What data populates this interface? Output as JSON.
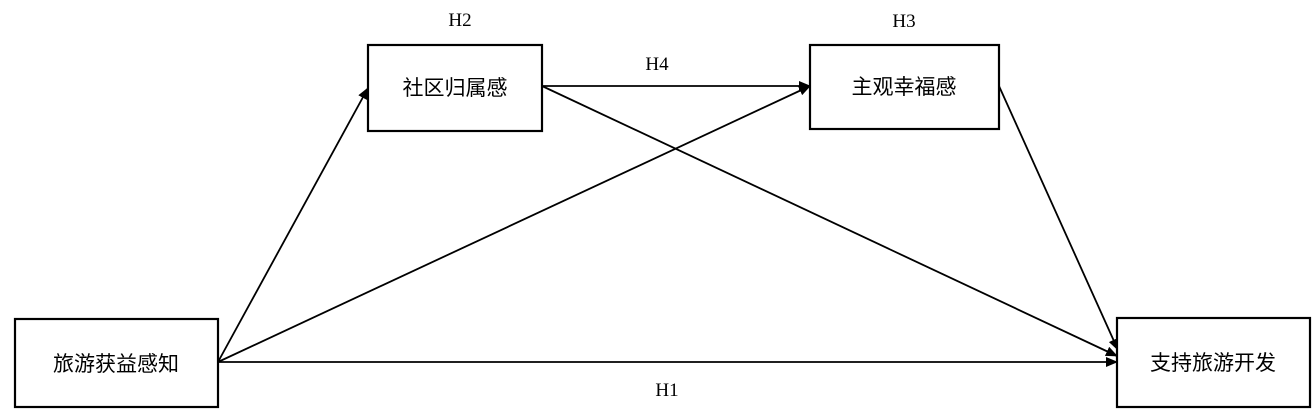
{
  "nodes": {
    "benefit": {
      "label": "旅游获益感知"
    },
    "belonging": {
      "label": "社区归属感"
    },
    "wellbeing": {
      "label": "主观幸福感"
    },
    "support": {
      "label": "支持旅游开发"
    }
  },
  "hypotheses": {
    "h1": "H1",
    "h2": "H2",
    "h3": "H3",
    "h4": "H4"
  },
  "colors": {
    "line": "#000000",
    "background": "#ffffff"
  }
}
